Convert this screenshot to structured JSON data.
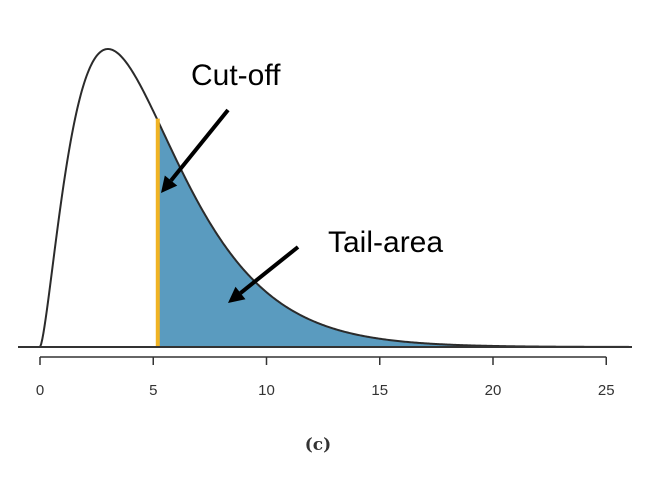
{
  "chart_data": {
    "type": "area",
    "distribution": "chi-square",
    "degrees_of_freedom": 5,
    "cutoff": 5.2,
    "xlim": [
      0,
      26
    ],
    "x_ticks": [
      0,
      5,
      10,
      15,
      20,
      25
    ],
    "x_tick_labels": [
      "0",
      "5",
      "10",
      "15",
      "20",
      "25"
    ],
    "shaded_region": "right-tail",
    "annotations": [
      {
        "id": "cutoff",
        "text": "Cut-off",
        "points_to": "cut-off line"
      },
      {
        "id": "tail",
        "text": "Tail-area",
        "points_to": "shaded tail region"
      }
    ],
    "caption": "(c)"
  },
  "colors": {
    "curve": "#2b2b2b",
    "tail_fill": "#5a9bbf",
    "cutoff_line": "#f0b323",
    "axis": "#333333",
    "arrow": "#000000"
  }
}
